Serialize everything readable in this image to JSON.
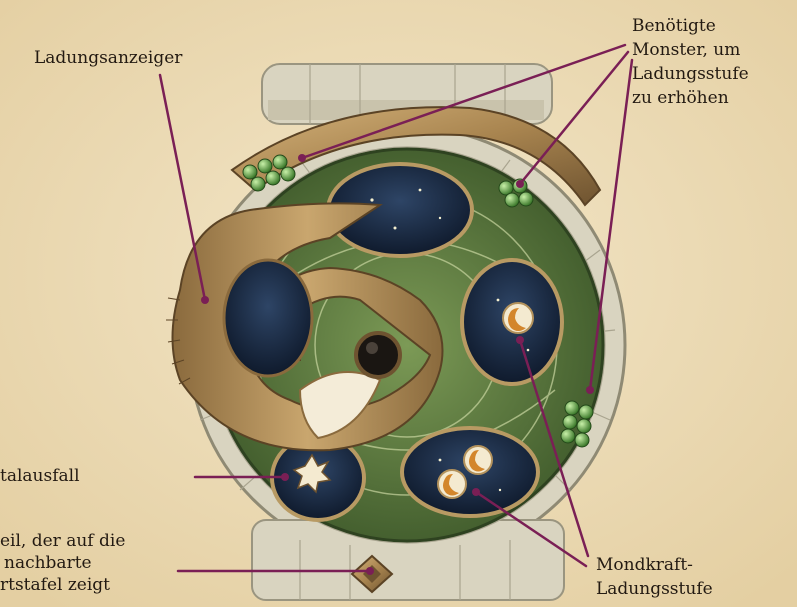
{
  "labels": {
    "charge_indicator": "Ladungsanzeiger",
    "needed_monsters": [
      "Benötigte",
      "Monster, um",
      "Ladungsstufe",
      "zu erhöhen"
    ],
    "crystal_failure": "talausfall",
    "arrow_part": [
      "eil, der auf die",
      "nachbarte",
      "rtstafel zeigt"
    ],
    "moon_power": [
      "Mondkraft-",
      "Ladungsstufe"
    ]
  },
  "colors": {
    "background": "#ecdcb8",
    "leader_line": "#7a1f55",
    "brass": "#a8844f",
    "stone": "#d9d4c0",
    "green": "#4f6b36",
    "night": "#16243a"
  }
}
